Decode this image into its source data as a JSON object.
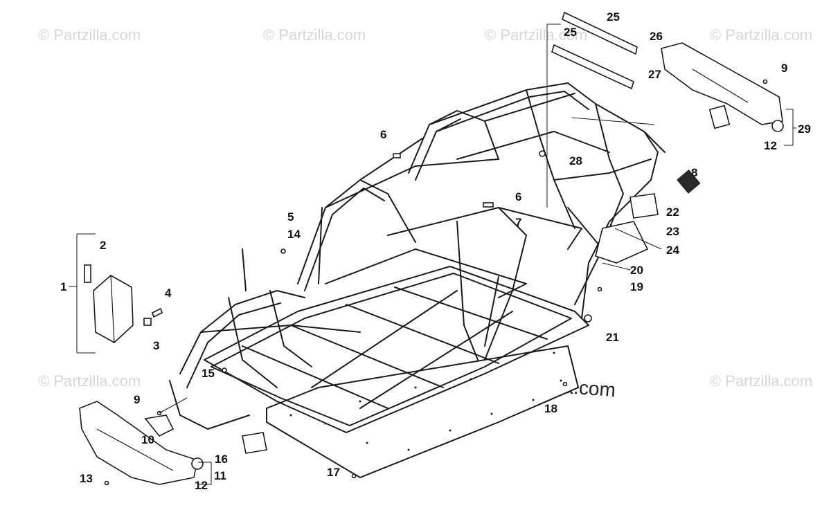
{
  "watermark": {
    "text": "© Partzilla.com",
    "center_text": "© Partzilla.com"
  },
  "callouts": [
    "25",
    "25",
    "26",
    "27",
    "9",
    "29",
    "12",
    "28",
    "6",
    "8",
    "22",
    "23",
    "24",
    "6",
    "7",
    "5",
    "14",
    "20",
    "19",
    "2",
    "1",
    "4",
    "3",
    "21",
    "15",
    "18",
    "9",
    "10",
    "16",
    "11",
    "12",
    "13",
    "17"
  ]
}
